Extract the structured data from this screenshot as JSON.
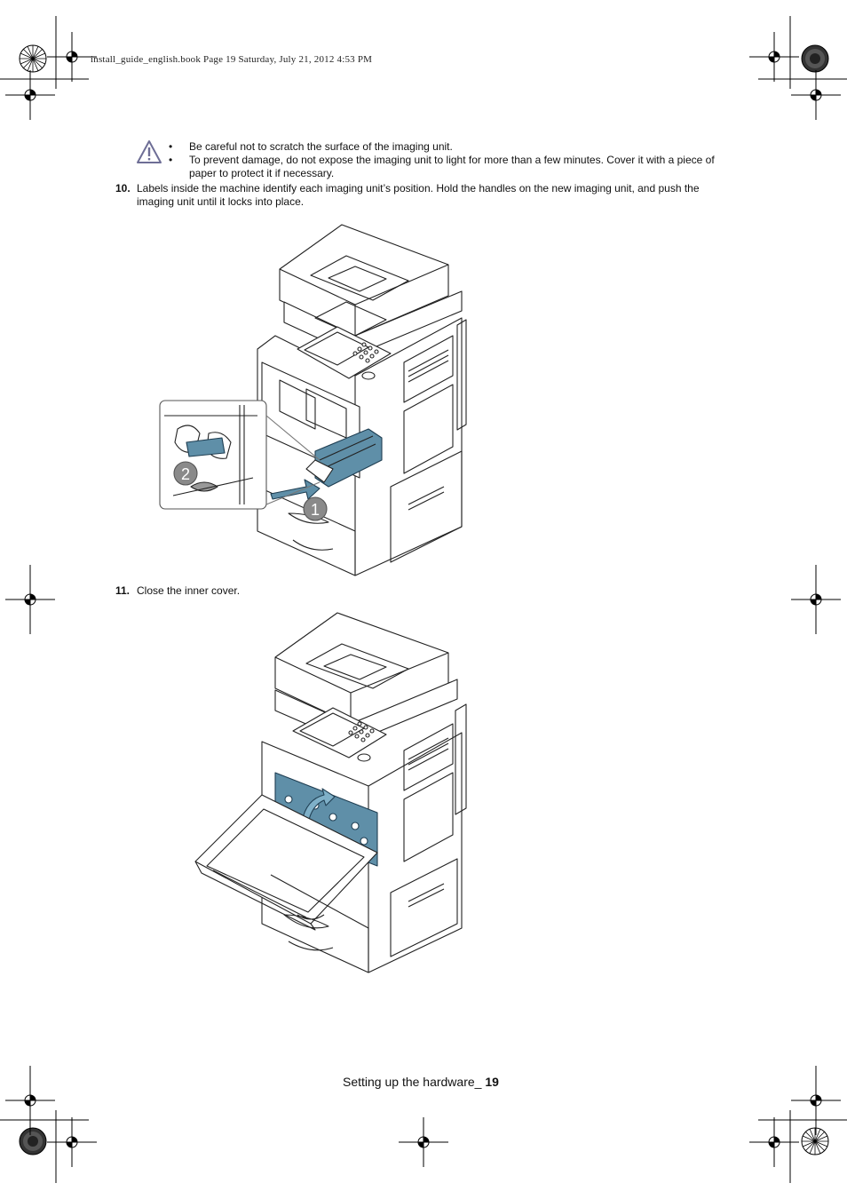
{
  "header": {
    "print_line": "install_guide_english.book  Page 19  Saturday, July 21, 2012  4:53 PM"
  },
  "caution": {
    "icon": "warning-triangle-icon",
    "bullets": [
      "Be careful not to scratch the surface of the imaging unit.",
      "To prevent damage, do not expose the imaging unit to light for more than a few minutes. Cover it with a piece of paper to protect it if necessary."
    ],
    "bullet_mark": "•"
  },
  "steps": [
    {
      "number": "10.",
      "text": "Labels inside the machine identify each imaging unit’s position. Hold the handles on the new imaging unit, and push the imaging unit until it locks into place."
    },
    {
      "number": "11.",
      "text": "Close the inner cover."
    }
  ],
  "figures": {
    "insert_callouts": [
      "1",
      "2"
    ],
    "accent_color": "#5f8fa8"
  },
  "footer": {
    "section": "Setting up the hardware_ ",
    "page": "19"
  }
}
